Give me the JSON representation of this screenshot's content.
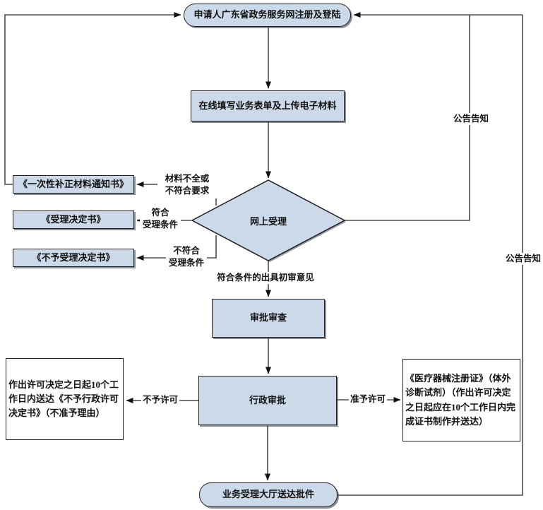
{
  "diagram": {
    "kind": "flowchart",
    "language": "zh-CN",
    "colors": {
      "node_fill": "#ccd9e9",
      "node_border": "#202020",
      "node_shadow": "#8f8f8f",
      "line": "#4c4c4c",
      "arrow": "#111111",
      "background": "#ffffff"
    }
  },
  "nodes": {
    "start": {
      "label": "申请人广东省政务服务网注册及登陆"
    },
    "fill_form": {
      "label": "在线填写业务表单及上传电子材料"
    },
    "online_review": {
      "label": "网上受理"
    },
    "supplement_notice": {
      "label": "《一次性补正材料通知书》"
    },
    "accept_decision": {
      "label": "《受理决定书》"
    },
    "reject_decision": {
      "label": "《不予受理决定书》"
    },
    "approval_review": {
      "label": "审批审查"
    },
    "admin_approval": {
      "label": "行政审批"
    },
    "deny_result": {
      "label": "作出许可决定之日起10个工作日内送达《不予行政许可决定书》（不准予理由）"
    },
    "grant_result": {
      "label": "《医疗器械注册证》（体外诊断试剂）（作出许可决定之日起应在10个工作日内完成证书制作并送达）"
    },
    "delivery": {
      "label": "业务受理大厅送达批件"
    }
  },
  "edge_labels": {
    "incomplete": "材料不全或\n不符合要求",
    "meet_condition": "符合\n受理条件",
    "not_meet_condition": "不符合\n受理条件",
    "preliminary_opinion": "符合条件的出具初审意见",
    "deny": "不予许可",
    "grant": "准予许可",
    "announce_from_review": "公告告知",
    "announce_from_delivery": "公告告知"
  }
}
